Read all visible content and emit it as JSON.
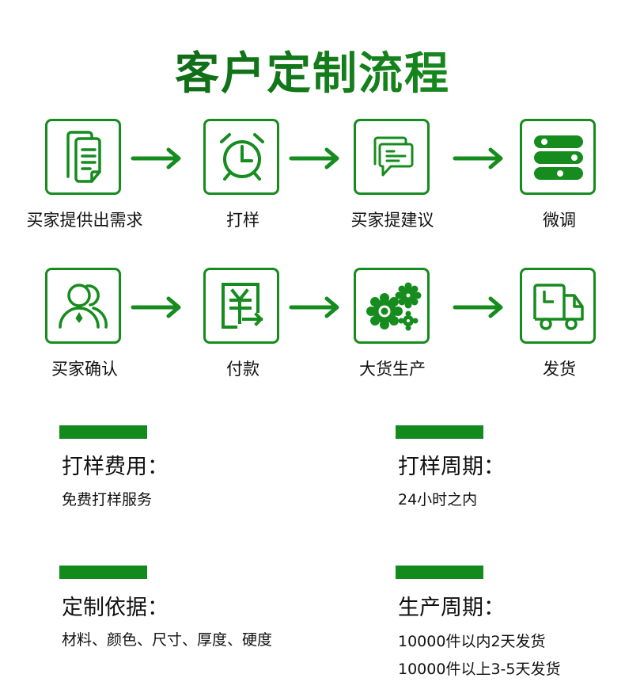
{
  "title": "客户定制流程",
  "colors": {
    "accent": "#168c1e",
    "title_dark": "#0c5a14",
    "title_light": "#1a9a22",
    "text": "#111111"
  },
  "steps": [
    {
      "label": "买家提供出需求",
      "icon": "documents-icon"
    },
    {
      "label": "打样",
      "icon": "alarm-clock-icon"
    },
    {
      "label": "买家提建议",
      "icon": "chat-bubbles-icon"
    },
    {
      "label": "微调",
      "icon": "toggle-sliders-icon"
    },
    {
      "label": "买家确认",
      "icon": "users-icon"
    },
    {
      "label": "付款",
      "icon": "yen-payment-icon"
    },
    {
      "label": "大货生产",
      "icon": "gears-icon"
    },
    {
      "label": "发货",
      "icon": "delivery-truck-icon"
    }
  ],
  "arrow_icon": "arrow-right-icon",
  "sections": [
    {
      "title": "打样费用：",
      "lines": [
        "免费打样服务"
      ]
    },
    {
      "title": "打样周期：",
      "lines": [
        "24小时之内"
      ]
    },
    {
      "title": "定制依据：",
      "lines": [
        "材料、颜色、尺寸、厚度、硬度"
      ]
    },
    {
      "title": "生产周期：",
      "lines": [
        "10000件以内2天发货",
        "10000件以上3-5天发货"
      ]
    }
  ]
}
